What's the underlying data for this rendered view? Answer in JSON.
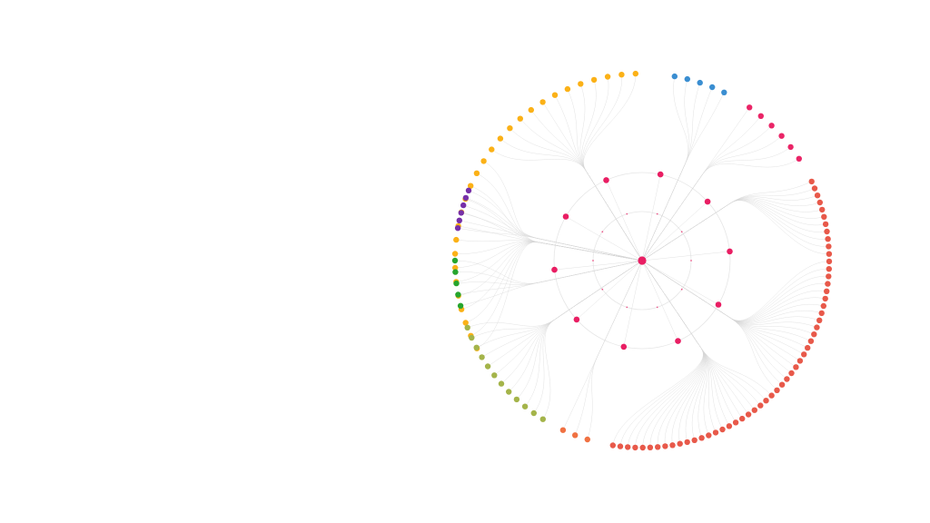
{
  "diagram": {
    "type": "radial-tree",
    "root": {
      "color": "#e91e63"
    },
    "hub_color": "#e91e63",
    "inner_dot_color": "#e91e63",
    "inner_dot_count": 10,
    "hub_count": 10,
    "groups": [
      {
        "id": "yellow",
        "color": "#fbb117",
        "count": 28
      },
      {
        "id": "blue",
        "color": "#3a8ed1",
        "count": 5
      },
      {
        "id": "crimson",
        "color": "#ea2567",
        "count": 6
      },
      {
        "id": "coral-right",
        "color": "#e8594a",
        "count": 55
      },
      {
        "id": "orange",
        "color": "#f07142",
        "count": 3
      },
      {
        "id": "olive",
        "color": "#a4b44a",
        "count": 12
      },
      {
        "id": "green",
        "color": "#27a52d",
        "count": 5
      },
      {
        "id": "purple",
        "color": "#7630a8",
        "count": 6
      }
    ]
  }
}
